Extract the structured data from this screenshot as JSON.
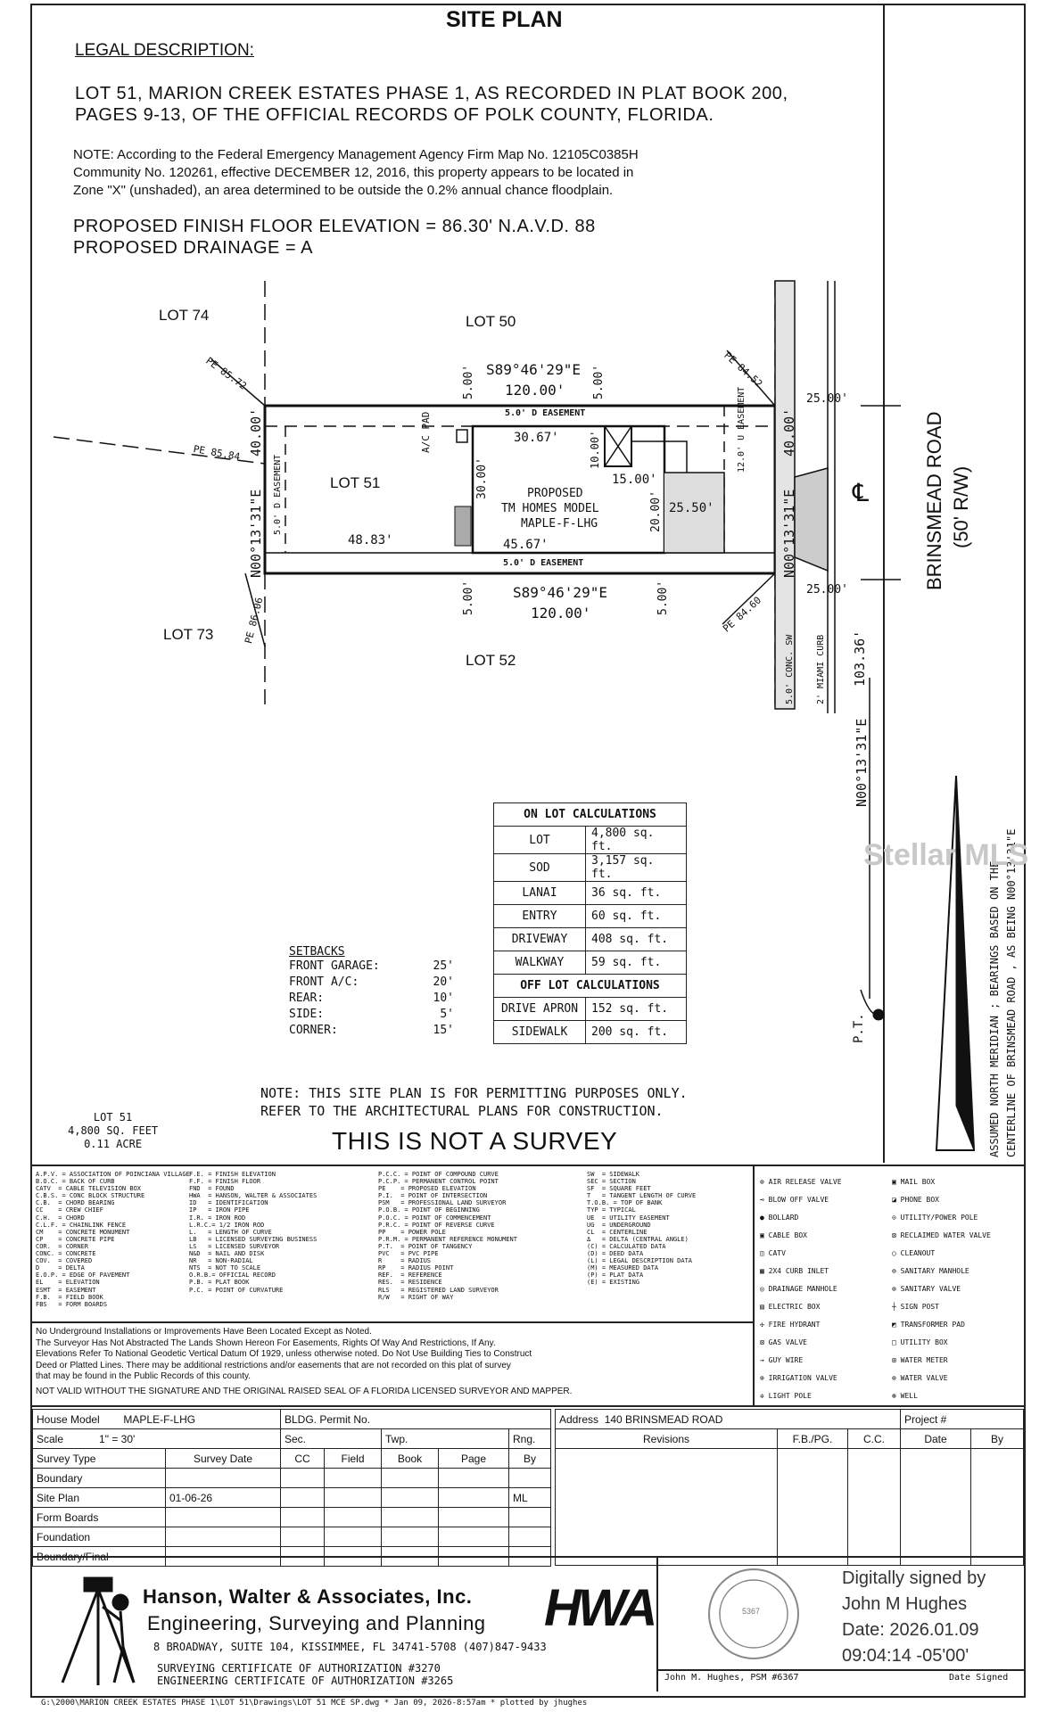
{
  "title": "SITE PLAN",
  "legal": {
    "heading": "LEGAL DESCRIPTION:",
    "line1": "LOT 51, MARION CREEK ESTATES PHASE 1, AS RECORDED IN PLAT BOOK 200,",
    "line2": "PAGES 9-13, OF THE OFFICIAL RECORDS OF POLK  COUNTY, FLORIDA.",
    "note1": "NOTE: According to the Federal Emergency Management Agency Firm Map No. 12105C0385H",
    "note2": "Community No. 120261, effective DECEMBER 12, 2016, this property appears to be located in",
    "note3": "Zone \"X\" (unshaded), an area determined to be outside the 0.2% annual chance floodplain.",
    "ffe": "PROPOSED FINISH FLOOR ELEVATION = 86.30' N.A.V.D. 88",
    "drainage": "PROPOSED DRAINAGE = A"
  },
  "plan": {
    "lot74": "LOT 74",
    "lot50": "LOT 50",
    "lot51": "LOT 51",
    "lot73": "LOT 73",
    "lot52": "LOT 52",
    "bearing_top": "S89°46'29\"E",
    "dist_top": "120.00'",
    "bearing_bot": "S89°46'29\"E",
    "dist_bot": "120.00'",
    "bearing_left": "N00°13'31\"E",
    "dist_left": "40.00'",
    "bearing_right": "N00°13'31\"E",
    "dist_right": "40.00'",
    "pe_tl": "PE 85.72",
    "pe_ml": "PE 85.84",
    "pe_bl": "PE 86.06",
    "pe_tr": "PE 84.52",
    "pe_br": "PE 84.60",
    "esmt_top": "5.0' D EASEMENT",
    "esmt_bot": "5.0' D EASEMENT",
    "esmt_left": "5.0' D EASEMENT",
    "esmt_right": "12.0' U EASEMENT",
    "five1": "5.00'",
    "five2": "5.00'",
    "five3": "5.00'",
    "five4": "5.00'",
    "house_w": "30.67'",
    "house_l": "45.67'",
    "house_d": "30.00'",
    "rear": "48.83'",
    "ten": "10.00'",
    "fifteen": "15.00'",
    "twenty": "20.00'",
    "drive": "25.50'",
    "ac_pad": "A/C PAD",
    "house1": "PROPOSED",
    "house2": "TM HOMES MODEL",
    "house3": "MAPLE-F-LHG",
    "r25a": "25.00'",
    "r25b": "25.00'",
    "sidewalk": "5.0' CONC. SW",
    "curb": "2' MIAMI CURB",
    "road": "BRINSMEAD ROAD",
    "row": "(50' R/W)",
    "dist_pt": "103.36'",
    "bearing_pt": "N00°13'31\"E",
    "pt": "P.T.",
    "cl": "℄",
    "north": "ASSUMED NORTH MERIDIAN ; BEARINGS BASED ON THE",
    "north2": "CENTERLINE OF BRINSMEAD ROAD   , AS BEING  N00°13'31\"E",
    "watermark": "Stellar MLS"
  },
  "on_lot": {
    "heading": "ON LOT CALCULATIONS",
    "rows": [
      {
        "label": "LOT",
        "value": "4,800 sq. ft."
      },
      {
        "label": "SOD",
        "value": "3,157 sq. ft."
      },
      {
        "label": "LANAI",
        "value": "36 sq. ft."
      },
      {
        "label": "ENTRY",
        "value": "60 sq. ft."
      },
      {
        "label": "DRIVEWAY",
        "value": "408 sq. ft."
      },
      {
        "label": "WALKWAY",
        "value": "59 sq. ft."
      }
    ],
    "off_heading": "OFF LOT CALCULATIONS",
    "off_rows": [
      {
        "label": "DRIVE APRON",
        "value": "152 sq. ft."
      },
      {
        "label": "SIDEWALK",
        "value": "200 sq. ft."
      }
    ]
  },
  "setbacks": {
    "heading": "SETBACKS",
    "rows": [
      {
        "label": "FRONT GARAGE:",
        "value": "25'"
      },
      {
        "label": "FRONT A/C:",
        "value": "20'"
      },
      {
        "label": "REAR:",
        "value": "10'"
      },
      {
        "label": "SIDE:",
        "value": "5'"
      },
      {
        "label": "CORNER:",
        "value": "15'"
      }
    ]
  },
  "notes": {
    "permit1": "NOTE: THIS SITE PLAN IS FOR PERMITTING PURPOSES ONLY.",
    "permit2": "REFER TO THE ARCHITECTURAL PLANS FOR CONSTRUCTION.",
    "not_survey": "THIS IS NOT A SURVEY",
    "lotsize1": "LOT 51",
    "lotsize2": "4,800 SQ. FEET",
    "lotsize3": "0.11 ACRE"
  },
  "abbrev": {
    "col1": "A.P.V. = ASSOCIATION OF POINCIANA VILLAGE\nB.O.C. = BACK OF CURB\nCATV  = CABLE TELEVISION BOX\nC.B.S. = CONC BLOCK STRUCTURE\nC.B.  = CHORD BEARING\nCC    = CREW CHIEF\nC.H.  = CHORD\nC.L.F. = CHAINLINK FENCE\nCM    = CONCRETE MONUMENT\nCP    = CONCRETE PIPE\nCOR.  = CORNER\nCONC. = CONCRETE\nCOV.  = COVERED\nD     = DELTA\nE.O.P. = EDGE OF PAVEMENT\nEL    = ELEVATION\nESMT  = EASEMENT\nF.B.  = FIELD BOOK\nFBS   = FORM BOARDS",
    "col2": "F.E. = FINISH ELEVATION\nF.F. = FINISH FLOOR\nFND  = FOUND\nHWA  = HANSON, WALTER & ASSOCIATES\nID   = IDENTIFICATION\nIP   = IRON PIPE\nI.R. = IRON ROD\nL.R.C.= 1/2 IRON ROD\nL.   = LENGTH OF CURVE\nLB   = LICENSED SURVEYING BUSINESS\nLS   = LICENSED SURVEYOR\nN&D  = NAIL AND DISK\nNR   = NON-RADIAL\nNTS  = NOT TO SCALE\nO.R.B.= OFFICIAL RECORD\nP.B. = PLAT BOOK\nP.C. = POINT OF CURVATURE",
    "col3": "P.C.C. = POINT OF COMPOUND CURVE\nP.C.P. = PERMANENT CONTROL POINT\nPE    = PROPOSED ELEVATION\nP.I.  = POINT OF INTERSECTION\nPSM   = PROFESSIONAL LAND SURVEYOR\nP.O.B. = POINT OF BEGINNING\nP.O.C. = POINT OF COMMENCEMENT\nP.R.C. = POINT OF REVERSE CURVE\nPP    = POWER POLE\nP.R.M. = PERMANENT REFERENCE MONUMENT\nP.T.  = POINT OF TANGENCY\nPVC   = PVC PIPE\nR     = RADIUS\nRP    = RADIUS POINT\nREF.  = REFERENCE\nRES.  = RESIDENCE\nRLS   = REGISTERED LAND SURVEYOR\nR/W   = RIGHT OF WAY",
    "col4": "SW  = SIDEWALK\nSEC = SECTION\nSF  = SQUARE FEET\nT   = TANGENT LENGTH OF CURVE\nT.O.B. = TOP OF BANK\nTYP = TYPICAL\nUE  = UTILITY EASEMENT\nUG  = UNDERGROUND\nCL  = CENTERLINE\nΔ   = DELTA (CENTRAL ANGLE)\n(C) = CALCULATED DATA\n(D) = DEED DATA\n(L) = LEGAL DESCRIPTION DATA\n(M) = MEASURED DATA\n(P) = PLAT DATA\n(E) = EXISTING"
  },
  "disclaimer": {
    "l1": "No Underground Installations or Improvements Have Been Located Except as Noted.",
    "l2": "The Surveyor Has Not Abstracted The Lands Shown Hereon For Easements, Rights Of Way And Restrictions, If Any.",
    "l3": "Elevations Refer To National Geodetic Vertical Datum Of 1929, unless otherwise noted. Do Not Use Building Ties to Construct",
    "l4": "Deed or Platted Lines. There may be additional restrictions and/or easements that are not recorded on this plat of survey",
    "l5": "that may be found in the Public Records of this county.",
    "l6": "NOT VALID WITHOUT THE SIGNATURE AND THE ORIGINAL RAISED SEAL OF A FLORIDA LICENSED SURVEYOR AND MAPPER."
  },
  "legend": {
    "left": [
      "AIR RELEASE VALVE",
      "BLOW OFF VALVE",
      "BOLLARD",
      "CABLE BOX",
      "CATV",
      "2X4 CURB INLET",
      "DRAINAGE MANHOLE",
      "ELECTRIC BOX",
      "FIRE HYDRANT",
      "GAS VALVE",
      "GUY WIRE",
      "IRRIGATION VALVE",
      "LIGHT POLE"
    ],
    "right": [
      "MAIL BOX",
      "PHONE BOX",
      "UTILITY/POWER POLE",
      "RECLAIMED WATER VALVE",
      "CLEANOUT",
      "SANITARY MANHOLE",
      "SANITARY VALVE",
      "SIGN POST",
      "TRANSFORMER PAD",
      "UTILITY BOX",
      "WATER METER",
      "WATER VALVE",
      "WELL"
    ]
  },
  "info": {
    "house_model_lbl": "House Model",
    "house_model": "MAPLE-F-LHG",
    "permit_lbl": "BLDG. Permit No.",
    "address_lbl": "Address",
    "address": "140 BRINSMEAD ROAD",
    "project_lbl": "Project #",
    "scale_lbl": "Scale",
    "scale": "1\" = 30'",
    "sec": "Sec.",
    "twp": "Twp.",
    "rng": "Rng.",
    "revisions": "Revisions",
    "fbpg": "F.B./PG.",
    "cc": "C.C.",
    "date": "Date",
    "by": "By",
    "hdr": [
      "Survey Type",
      "Survey Date",
      "CC",
      "Field",
      "Book",
      "Page",
      "By"
    ],
    "rows": [
      {
        "type": "Boundary",
        "date": "",
        "by": ""
      },
      {
        "type": "Site Plan",
        "date": "01-06-26",
        "by": "ML"
      },
      {
        "type": "Form Boards",
        "date": "",
        "by": ""
      },
      {
        "type": "Foundation",
        "date": "",
        "by": ""
      },
      {
        "type": "Boundary/Final",
        "date": "",
        "by": ""
      }
    ]
  },
  "company": {
    "name": "Hanson, Walter & Associates, Inc.",
    "tag": "Engineering, Surveying and Planning",
    "address": "8 BROADWAY, SUITE 104,  KISSIMMEE, FL  34741-5708  (407)847-9433",
    "cert1": "SURVEYING CERTIFICATE OF AUTHORIZATION #3270",
    "cert2": "ENGINEERING CERTIFICATE OF AUTHORIZATION #3265",
    "logo": "HWA"
  },
  "signature": {
    "line1": "Digitally signed by",
    "line2": "John M Hughes",
    "line3": "Date: 2026.01.09",
    "line4": "09:04:14 -05'00'",
    "signer": "John M. Hughes, PSM #6367",
    "date_signed": "Date Signed",
    "seal": "5367"
  },
  "footer": "G:\\2000\\MARION CREEK ESTATES PHASE 1\\LOT 51\\Drawings\\LOT 51 MCE SP.dwg  *  Jan 09, 2026-8:57am  *  plotted by jhughes"
}
